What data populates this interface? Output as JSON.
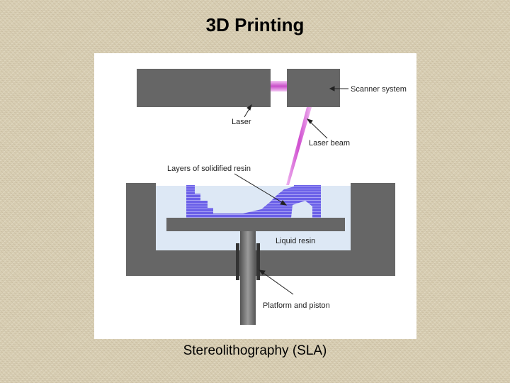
{
  "slide": {
    "title": "3D Printing",
    "caption": "Stereolithography (SLA)"
  },
  "diagram": {
    "labels": {
      "scanner": "Scanner system",
      "laser": "Laser",
      "laser_beam": "Laser beam",
      "layers": "Layers of solidified resin",
      "liquid_resin": "Liquid resin",
      "platform": "Platform and piston"
    },
    "colors": {
      "machine_gray": "#666666",
      "resin_blue": "#dde8f5",
      "solid_resin": "#6a5fe0",
      "laser_pink": "#d86ad8"
    }
  }
}
